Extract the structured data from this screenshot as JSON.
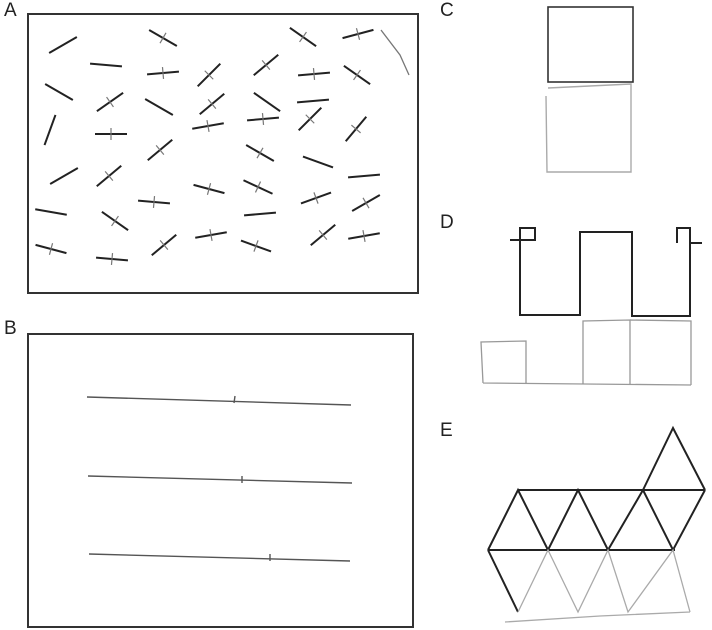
{
  "panels": [
    {
      "label": "A"
    },
    {
      "label": "B"
    },
    {
      "label": "C"
    },
    {
      "label": "D"
    },
    {
      "label": "E"
    }
  ],
  "colors": {
    "ink": "#222222",
    "copy": "#9a9a9a",
    "frame": "#333333"
  }
}
